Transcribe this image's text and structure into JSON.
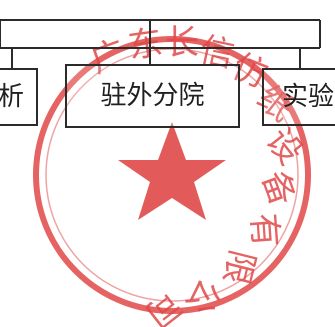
{
  "stamp": {
    "text": "广东长信仿纸设备有限公司",
    "color": "#e04848"
  },
  "org": {
    "nodes": [
      {
        "label": "析"
      },
      {
        "label": "驻外分院"
      },
      {
        "label": "实验"
      }
    ]
  }
}
